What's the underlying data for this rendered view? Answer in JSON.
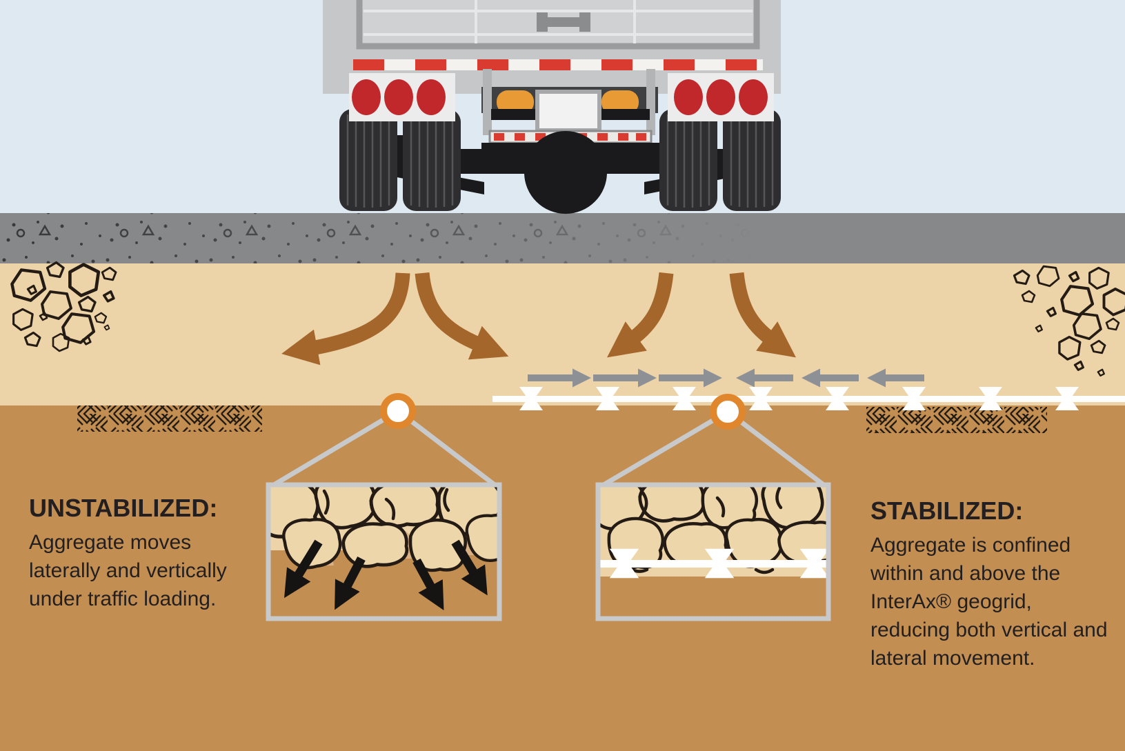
{
  "panels": {
    "unstabilized": {
      "heading": "UNSTABILIZED:",
      "body": "Aggregate moves laterally and vertically under traffic loading."
    },
    "stabilized": {
      "heading": "STABILIZED:",
      "body": "Aggregate is confined within and above the InterAx® geogrid, reducing both vertical and lateral movement."
    }
  },
  "elements": {
    "truck": "rear-view-semi-trailer-illustration",
    "road": "asphalt-layer",
    "aggregate": "aggregate-base-layer",
    "subgrade": "subgrade-soil-layer",
    "brown_arrows": "load-spreading-arrows",
    "gray_arrows": "lateral-confinement-arrows",
    "geogrid": "interax-geogrid-white-line-with-nodes",
    "left_callout": "unstabilized-aggregate-magnified-view",
    "right_callout": "stabilized-aggregate-magnified-view"
  },
  "colors": {
    "sky": "#dee9f2",
    "road": "#87888a",
    "speckle": "#333334",
    "aggregate": "#ecd3a8",
    "subgrade": "#c28e52",
    "arrow_brown": "#a4662a",
    "arrow_gray": "#8d9094",
    "arrow_black": "#161413",
    "orange_ring": "#e0872e",
    "leader_gray": "#c8c9cb",
    "rock_outline": "#241c14",
    "rock_fill": "#eed6ab",
    "rock_shadow": "#d9b184",
    "text": "#231f20",
    "truck_body": "#c6c7c9",
    "truck_panel": "#d0d1d3",
    "truck_frame": "#9b9c9e",
    "truck_dark": "#3f4042",
    "truck_black": "#1a1a1c",
    "mudflap": "#ececec",
    "tail_red": "#c1282c",
    "stripe_red": "#d93b30",
    "orange_light": "#e89b35",
    "tire": "#2e2e30",
    "tire_tread": "#55555a"
  }
}
